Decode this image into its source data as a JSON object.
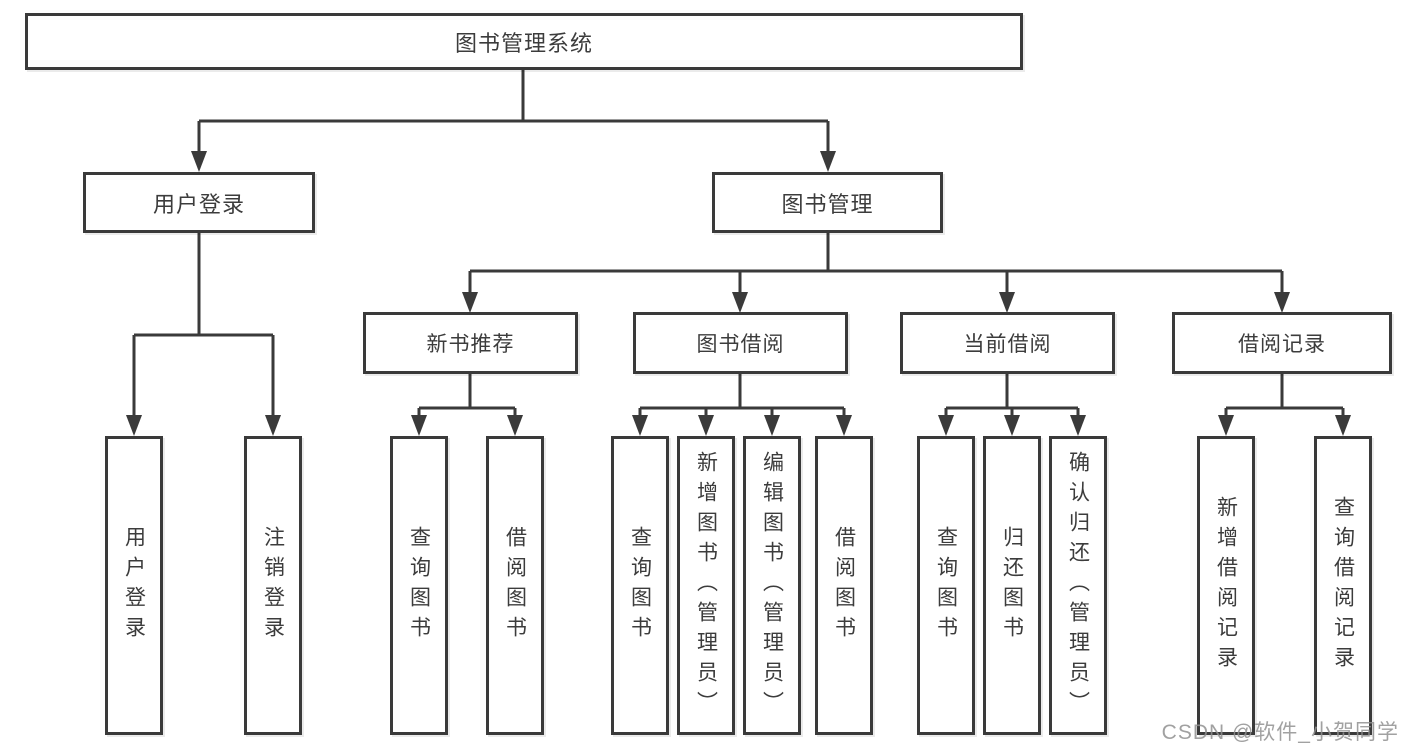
{
  "diagram_type": "hierarchy-tree",
  "colors": {
    "background": "#ffffff",
    "line": "#3a3a3a",
    "box_border": "#3a3a3a",
    "text": "#3c3c3c",
    "watermark": "#919191"
  },
  "tree": {
    "label": "图书管理系统",
    "children": [
      {
        "label": "用户登录",
        "children": [
          {
            "label": "用户登录"
          },
          {
            "label": "注销登录"
          }
        ]
      },
      {
        "label": "图书管理",
        "children": [
          {
            "label": "新书推荐",
            "children": [
              {
                "label": "查询图书"
              },
              {
                "label": "借阅图书"
              }
            ]
          },
          {
            "label": "图书借阅",
            "children": [
              {
                "label": "查询图书"
              },
              {
                "label": "新增图书（管理员）"
              },
              {
                "label": "编辑图书（管理员）"
              },
              {
                "label": "借阅图书"
              }
            ]
          },
          {
            "label": "当前借阅",
            "children": [
              {
                "label": "查询图书"
              },
              {
                "label": "归还图书"
              },
              {
                "label": "确认归还（管理员）"
              }
            ]
          },
          {
            "label": "借阅记录",
            "children": [
              {
                "label": "新增借阅记录"
              },
              {
                "label": "查询借阅记录"
              }
            ]
          }
        ]
      }
    ]
  },
  "watermark": {
    "text": "CSDN @软件_小贺同学"
  }
}
